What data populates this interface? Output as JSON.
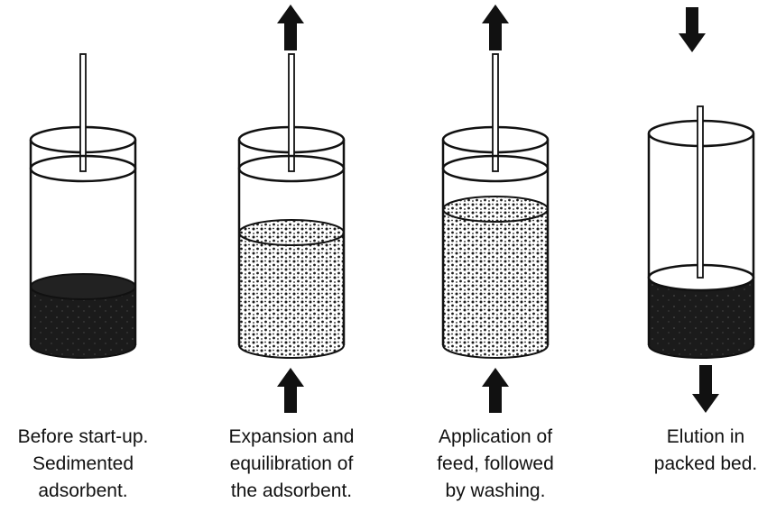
{
  "stages": [
    {
      "id": "before-start-up",
      "caption_lines": [
        "Before start-up.",
        "Sedimented",
        "adsorbent."
      ],
      "bed_state": "sedimented",
      "flow_in": "none",
      "flow_out": "none"
    },
    {
      "id": "expansion",
      "caption_lines": [
        "Expansion and",
        "equilibration of",
        "the adsorbent."
      ],
      "bed_state": "expanded",
      "flow_in": "bottom-up",
      "flow_out": "top-up"
    },
    {
      "id": "application",
      "caption_lines": [
        "Application of",
        "feed, followed",
        "by washing."
      ],
      "bed_state": "expanded",
      "flow_in": "bottom-up",
      "flow_out": "top-up"
    },
    {
      "id": "elution",
      "caption_lines": [
        "Elution in",
        "packed bed."
      ],
      "bed_state": "packed",
      "flow_in": "top-down",
      "flow_out": "bottom-down"
    }
  ],
  "colors": {
    "line": "#111111",
    "bed_dense": "#1b1b1b",
    "bed_expanded_bg": "#ffffff",
    "particles": "#1a1a1a"
  }
}
